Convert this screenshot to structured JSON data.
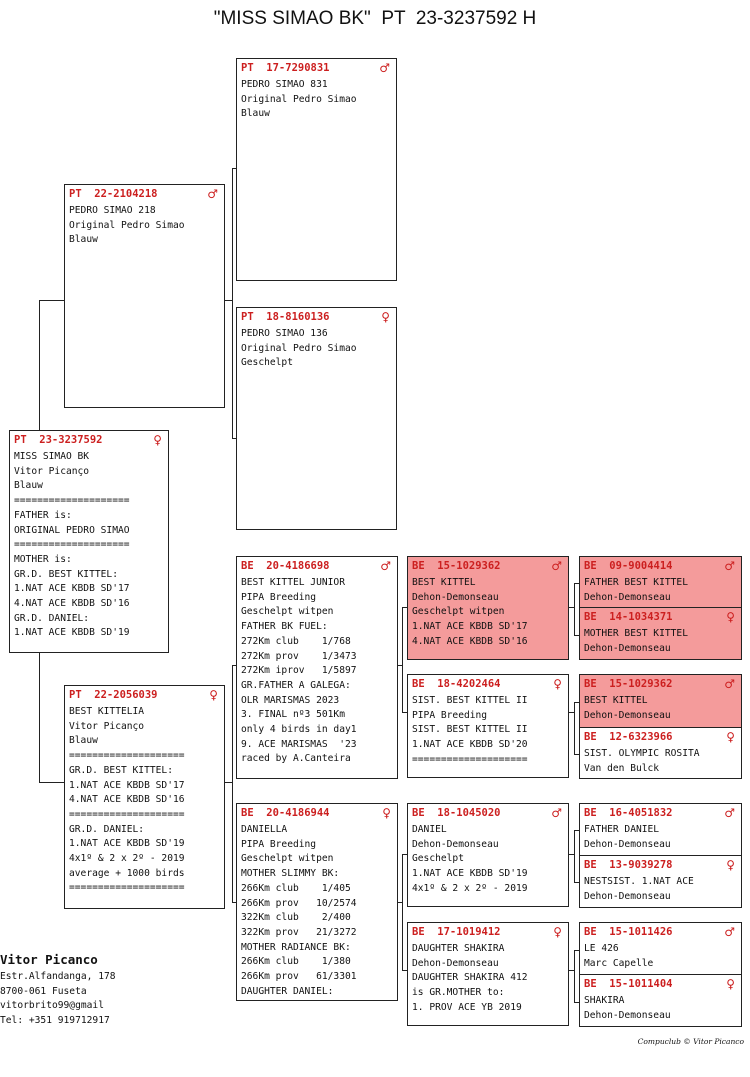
{
  "title": "\"MISS SIMAO BK\"  PT  23-3237592 H",
  "cards": {
    "subject": {
      "code": "PT  23-3237592",
      "sex": "♀",
      "lines": [
        "MISS SIMAO BK",
        "Vitor Picanço",
        "Blauw",
        "====================",
        "FATHER is:",
        "ORIGINAL PEDRO SIMAO",
        "====================",
        "MOTHER is:",
        "GR.D. BEST KITTEL:",
        "1.NAT ACE KBDB SD'17",
        "4.NAT ACE KBDB SD'16",
        "GR.D. DANIEL:",
        "1.NAT ACE KBDB SD'19"
      ]
    },
    "father": {
      "code": "PT  22-2104218",
      "sex": "♂",
      "lines": [
        "PEDRO SIMAO 218",
        "Original Pedro Simao",
        "Blauw"
      ]
    },
    "mother": {
      "code": "PT  22-2056039",
      "sex": "♀",
      "lines": [
        "BEST KITTELIA",
        "Vitor Picanço",
        "Blauw",
        "====================",
        "GR.D. BEST KITTEL:",
        "1.NAT ACE KBDB SD'17",
        "4.NAT ACE KBDB SD'16",
        "====================",
        "GR.D. DANIEL:",
        "1.NAT ACE KBDB SD'19",
        "4x1º & 2 x 2º - 2019",
        "average + 1000 birds",
        "===================="
      ]
    },
    "ff": {
      "code": "PT  17-7290831",
      "sex": "♂",
      "lines": [
        "PEDRO SIMAO 831",
        "Original Pedro Simao",
        "Blauw"
      ]
    },
    "fm": {
      "code": "PT  18-8160136",
      "sex": "♀",
      "lines": [
        "PEDRO SIMAO 136",
        "Original Pedro Simao",
        "Geschelpt"
      ]
    },
    "mf": {
      "code": "BE  20-4186698",
      "sex": "♂",
      "lines": [
        "BEST KITTEL JUNIOR",
        "PIPA Breeding",
        "Geschelpt witpen",
        "FATHER BK FUEL:",
        "272Km club    1/768",
        "272Km prov    1/3473",
        "272Km iprov   1/5897",
        "GR.FATHER A GALEGA:",
        "OLR MARISMAS 2023",
        "3. FINAL nº3 501Km",
        "only 4 birds in day1",
        "9. ACE MARISMAS  '23",
        "raced by A.Canteira"
      ]
    },
    "mm": {
      "code": "BE  20-4186944",
      "sex": "♀",
      "lines": [
        "DANIELLA",
        "PIPA Breeding",
        "Geschelpt witpen",
        "MOTHER SLIMMY BK:",
        "266Km club    1/405",
        "266Km prov   10/2574",
        "322Km club    2/400",
        "322Km prov   21/3272",
        "MOTHER RADIANCE BK:",
        "266Km club    1/380",
        "266Km prov   61/3301",
        "DAUGHTER DANIEL:",
        "1.NAT ACE KBDB SD'19"
      ]
    },
    "mff": {
      "code": "BE  15-1029362",
      "sex": "♂",
      "lines": [
        "BEST KITTEL",
        "Dehon-Demonseau",
        "Geschelpt witpen",
        "1.NAT ACE KBDB SD'17",
        "4.NAT ACE KBDB SD'16"
      ]
    },
    "mfm": {
      "code": "BE  18-4202464",
      "sex": "♀",
      "lines": [
        "SIST. BEST KITTEL II",
        "PIPA Breeding",
        "SIST. BEST KITTEL II",
        "1.NAT ACE KBDB SD'20",
        "===================="
      ]
    },
    "mmf": {
      "code": "BE  18-1045020",
      "sex": "♂",
      "lines": [
        "DANIEL",
        "Dehon-Demonseau",
        "Geschelpt",
        "1.NAT ACE KBDB SD'19",
        "4x1º & 2 x 2º - 2019"
      ]
    },
    "mmm": {
      "code": "BE  17-1019412",
      "sex": "♀",
      "lines": [
        "DAUGHTER SHAKIRA",
        "Dehon-Demonseau",
        "DAUGHTER SHAKIRA 412",
        "is GR.MOTHER to:",
        "1. PROV ACE YB 2019"
      ]
    },
    "g1": {
      "code": "BE  09-9004414",
      "sex": "♂",
      "lines": [
        "FATHER BEST KITTEL",
        "Dehon-Demonseau"
      ]
    },
    "g2": {
      "code": "BE  14-1034371",
      "sex": "♀",
      "lines": [
        "MOTHER BEST KITTEL",
        "Dehon-Demonseau"
      ]
    },
    "g3": {
      "code": "BE  15-1029362",
      "sex": "♂",
      "lines": [
        "BEST KITTEL",
        "Dehon-Demonseau"
      ]
    },
    "g4": {
      "code": "BE  12-6323966",
      "sex": "♀",
      "lines": [
        "SIST. OLYMPIC ROSITA",
        "Van den Bulck"
      ]
    },
    "g5": {
      "code": "BE  16-4051832",
      "sex": "♂",
      "lines": [
        "FATHER DANIEL",
        "Dehon-Demonseau"
      ]
    },
    "g6": {
      "code": "BE  13-9039278",
      "sex": "♀",
      "lines": [
        "NESTSIST. 1.NAT ACE",
        "Dehon-Demonseau"
      ]
    },
    "g7": {
      "code": "BE  15-1011426",
      "sex": "♂",
      "lines": [
        "LE 426",
        "Marc Capelle"
      ]
    },
    "g8": {
      "code": "BE  15-1011404",
      "sex": "♀",
      "lines": [
        "SHAKIRA",
        "Dehon-Demonseau"
      ]
    }
  },
  "owner": {
    "name": "Vitor Picanco",
    "address": "Estr.Alfandanga, 178",
    "city": "8700-061 Fuseta",
    "email": "vitorbrito99@gmail",
    "phone": "Tel: +351 919712917"
  },
  "credit": "Compuclub © Vitor Picanco",
  "colors": {
    "code_red": "#cc1f1f",
    "highlight_pink": "#f49b9b"
  }
}
